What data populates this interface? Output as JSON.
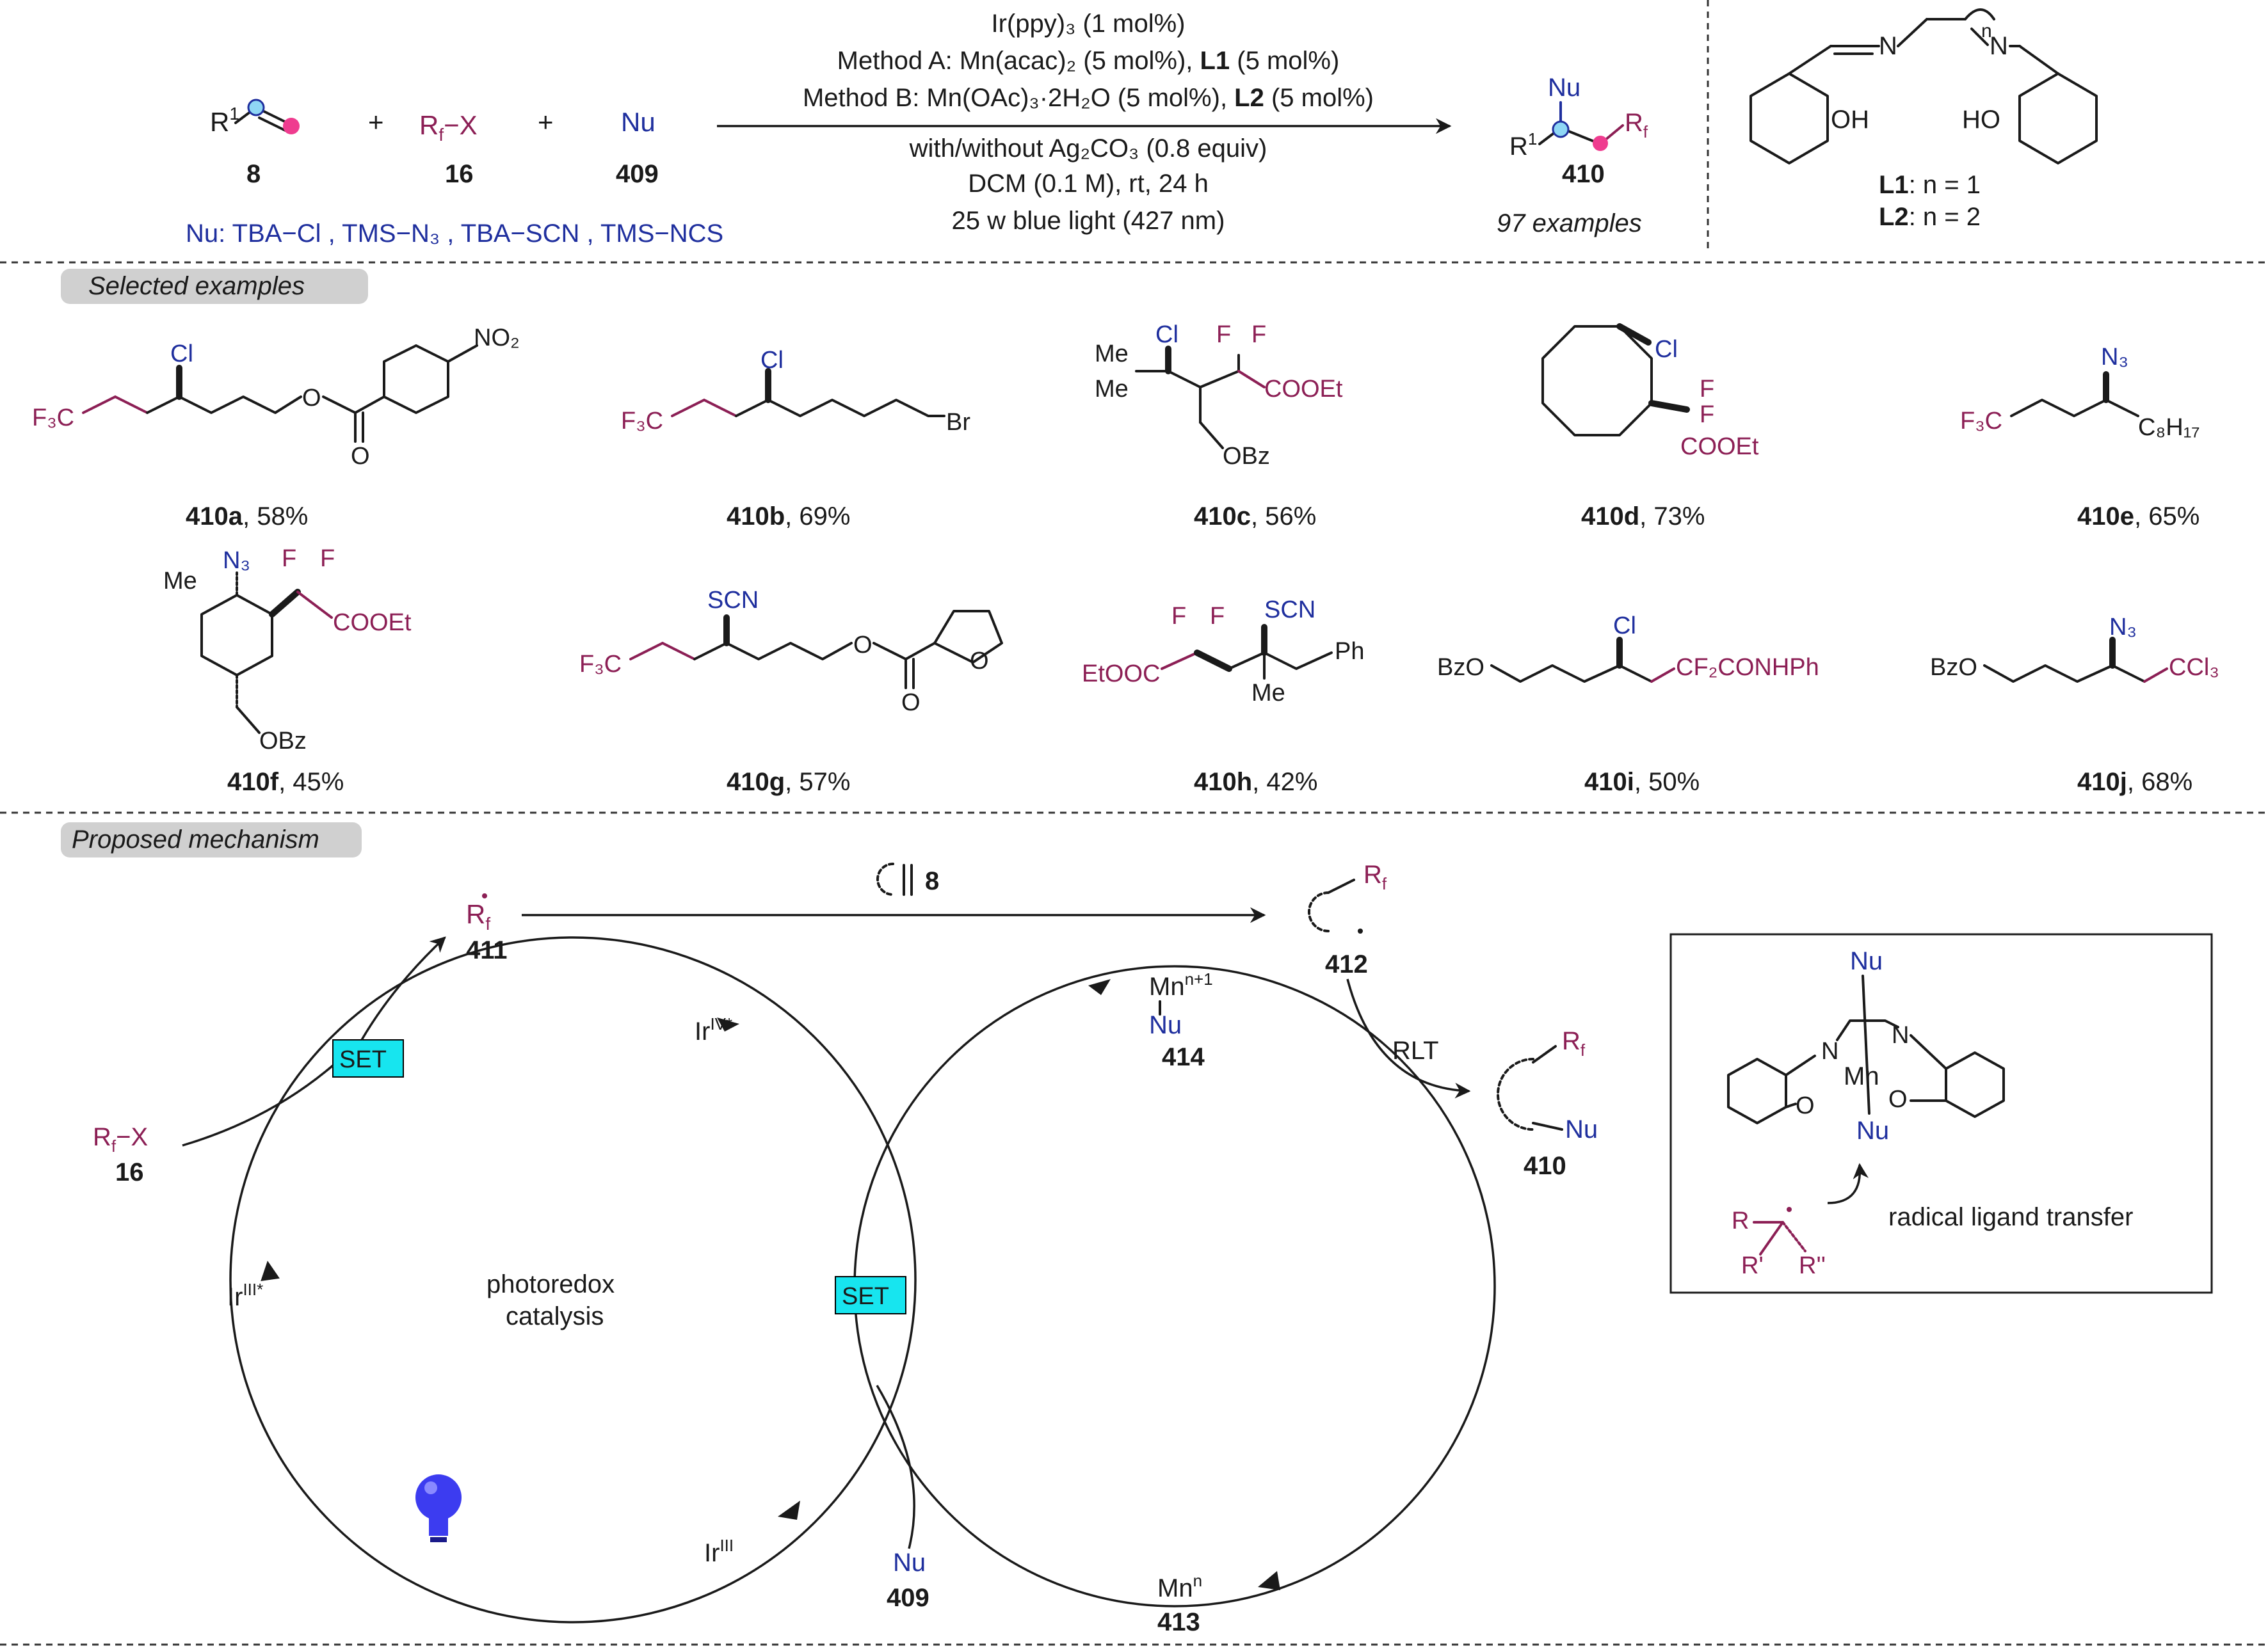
{
  "reaction": {
    "r1": "R",
    "r1_sup": "1",
    "cpd8": "8",
    "plus": "+",
    "rfx_a": "R",
    "rfx_sub": "f",
    "rfx_b": "−X",
    "cpd16": "16",
    "nu": "Nu",
    "cpd409": "409",
    "nu_list": "Nu: TBA−Cl , TMS−N₃ , TBA−SCN , TMS−NCS",
    "cond1": "Ir(ppy)₃ (1 mol%)",
    "cond2a": "Method A: Mn(acac)₂ (5 mol%), ",
    "cond2b": "L1",
    "cond2c": " (5 mol%)",
    "cond3a": "Method B: Mn(OAc)₃·2H₂O (5 mol%), ",
    "cond3b": "L2",
    "cond3c": " (5 mol%)",
    "cond4": "with/without Ag₂CO₃ (0.8 equiv)",
    "cond5": "DCM (0.1 M), rt, 24 h",
    "cond6": "25 w blue light (427 nm)",
    "prod_nu": "Nu",
    "prod_r1": "R",
    "prod_r1_sup": "1",
    "prod_rf": "R",
    "prod_rf_sub": "f",
    "cpd410": "410",
    "examples": "97 examples"
  },
  "ligand": {
    "n": "n",
    "N1": "N",
    "N2": "N",
    "oh1": "OH",
    "oh2": "HO",
    "l1": "L1",
    "l1_rest": ": n = 1",
    "l2": "L2",
    "l2_rest": ": n = 2"
  },
  "section1": "Selected examples",
  "section2": "Proposed mechanism",
  "examples": [
    {
      "id": "410a",
      "yield": ", 58%"
    },
    {
      "id": "410b",
      "yield": ", 69%"
    },
    {
      "id": "410c",
      "yield": ", 56%"
    },
    {
      "id": "410d",
      "yield": ", 73%"
    },
    {
      "id": "410e",
      "yield": ", 65%"
    },
    {
      "id": "410f",
      "yield": ", 45%"
    },
    {
      "id": "410g",
      "yield": ", 57%"
    },
    {
      "id": "410h",
      "yield": ", 42%"
    },
    {
      "id": "410i",
      "yield": ", 50%"
    },
    {
      "id": "410j",
      "yield": ", 68%"
    }
  ],
  "struct_labels": {
    "cl": "Cl",
    "f3c": "F₃C",
    "no2": "NO₂",
    "o": "O",
    "br": "Br",
    "me": "Me",
    "f": "F",
    "cooet": "COOEt",
    "obz": "OBz",
    "n3": "N₃",
    "c8h17": "C₈H₁₇",
    "scn": "SCN",
    "etooc": "EtOOC",
    "ph": "Ph",
    "bzo": "BzO",
    "cf2conhph": "CF₂CONHPh",
    "ccl3": "CCl₃"
  },
  "mechanism": {
    "rf_rad": "R",
    "rf_rad_sub": "f",
    "cpd411": "411",
    "alkene8": "8",
    "rad412_rf": "R",
    "rad412_sub": "f",
    "cpd412": "412",
    "set1": "SET",
    "set2": "SET",
    "ir_iv": "Ir",
    "ir_iv_sup": "IV*",
    "ir_iii_star": "Ir",
    "ir_iii_star_sup": "III*",
    "ir_iii": "Ir",
    "ir_iii_sup": "III",
    "rfx": "R",
    "rfx_sub": "f",
    "rfx_x": "−X",
    "cpd16": "16",
    "photoredox1": "photoredox",
    "photoredox2": "catalysis",
    "mn_n1": "Mn",
    "mn_n1_sup": "n+1",
    "mn_nu": "Nu",
    "cpd414": "414",
    "rlt": "RLT",
    "prod_rf": "R",
    "prod_rf_sub": "f",
    "prod_nu": "Nu",
    "cpd410": "410",
    "mn_n": "Mn",
    "mn_n_sup": "n",
    "cpd413": "413",
    "nu409": "Nu",
    "cpd409": "409"
  },
  "inset": {
    "nu_top": "Nu",
    "nu_bot": "Nu",
    "mn": "Mn",
    "o1": "O",
    "o2": "O",
    "n1": "N",
    "n2": "N",
    "r": "R",
    "r1": "R'",
    "r2": "R''",
    "caption": "radical ligand transfer"
  },
  "colors": {
    "nucleophile": "#1f2f9e",
    "fluoroalkyl": "#8c1f55",
    "set_box": "#17e5ef",
    "bulb": "#3c3cf0"
  }
}
